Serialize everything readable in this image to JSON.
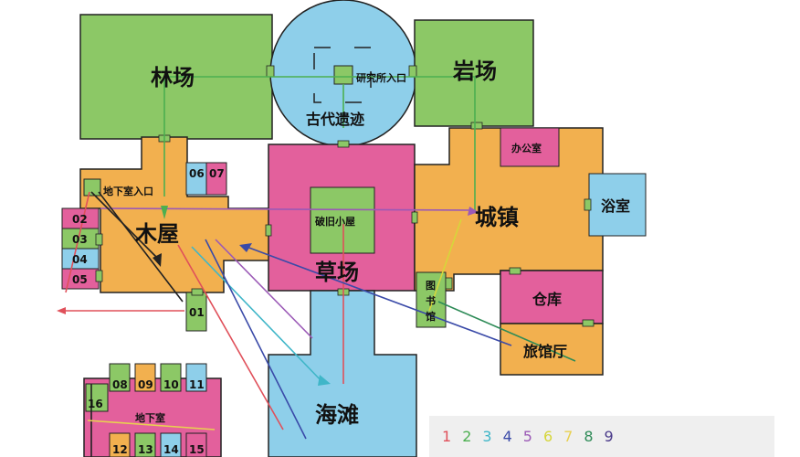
{
  "rooms": {
    "forest": "林场",
    "rock": "岩场",
    "ruins": "古代遗迹",
    "lab_entrance": "研究所入口",
    "office": "办公室",
    "cabin": "木屋",
    "grass": "草场",
    "old_house": "破旧小屋",
    "town": "城镇",
    "bath": "浴室",
    "warehouse": "仓库",
    "hotel": "旅馆厅",
    "beach": "海滩",
    "library": "图书馆",
    "basement_entrance": "地下室入口",
    "basement": "地下室",
    "library_chars": [
      "图",
      "书",
      "馆"
    ]
  },
  "rooms_numbered": {
    "r01": "01",
    "r02": "02",
    "r03": "03",
    "r04": "04",
    "r05": "05",
    "r06": "06",
    "r07": "07",
    "r08": "08",
    "r09": "09",
    "r10": "10",
    "r11": "11",
    "r12": "12",
    "r13": "13",
    "r14": "14",
    "r15": "15",
    "r16": "16"
  },
  "legend": [
    {
      "label": "1",
      "color": "#e0505a"
    },
    {
      "label": "2",
      "color": "#4caf50"
    },
    {
      "label": "3",
      "color": "#3fb6c8"
    },
    {
      "label": "4",
      "color": "#3a4aa8"
    },
    {
      "label": "5",
      "color": "#9b59b6"
    },
    {
      "label": "6",
      "color": "#d6d63a"
    },
    {
      "label": "7",
      "color": "#e8d050"
    },
    {
      "label": "8",
      "color": "#2e8b57"
    },
    {
      "label": "9",
      "color": "#4a3a8a"
    }
  ],
  "colors": {
    "green": "#8cc866",
    "blue": "#8ecfea",
    "orange": "#f2b04f",
    "pink": "#e3609c"
  }
}
